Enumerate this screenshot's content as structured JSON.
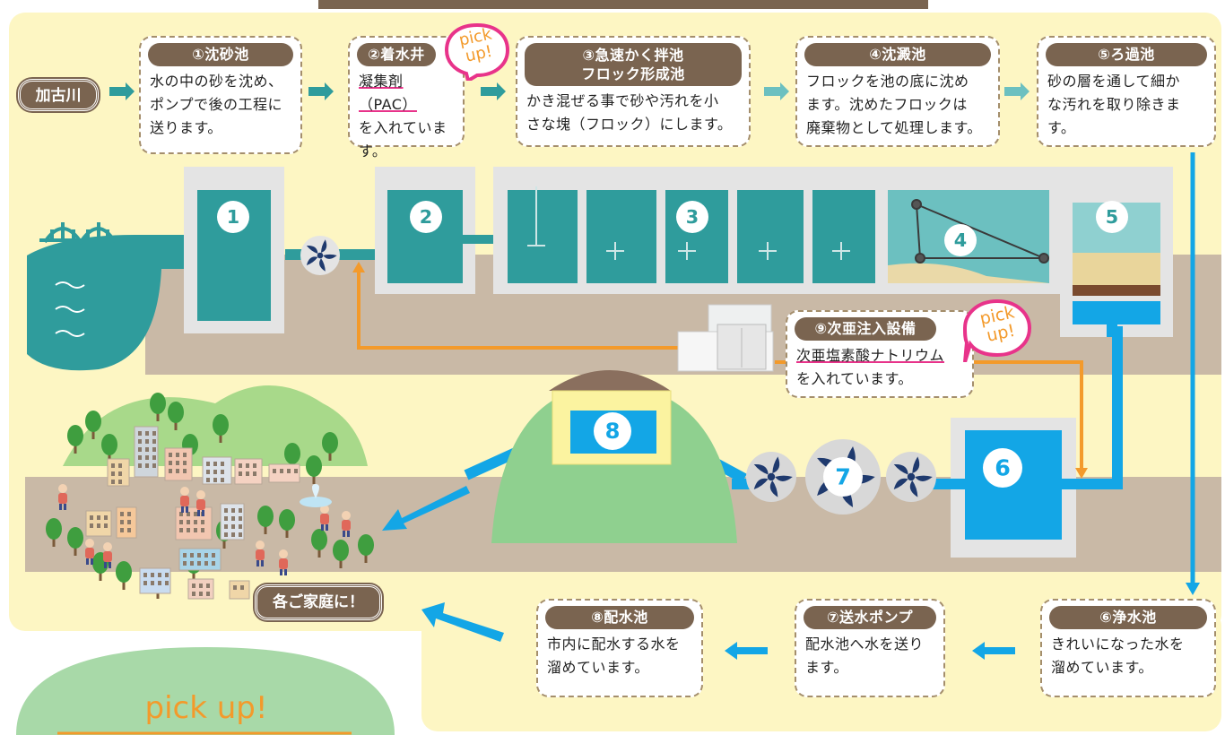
{
  "source": {
    "label": "加古川"
  },
  "destination": {
    "label": "各ご家庭に！"
  },
  "steps": [
    {
      "num": "1",
      "title": "①沈砂池",
      "body": "水の中の砂を沈め、\nポンプで後の工程に\n送ります。"
    },
    {
      "num": "2",
      "title": "②着水井",
      "body_underlined": "凝集剤（PAC）",
      "body": "\nを入れていま\nす。"
    },
    {
      "num": "3",
      "title": "③急速かく拌池\nフロック形成池",
      "body": "かき混ぜる事で砂や汚れを小\nさな塊（フロック）にします。"
    },
    {
      "num": "4",
      "title": "④沈澱池",
      "body": "フロックを池の底に沈め\nます。沈めたフロックは\n廃棄物として処理します。"
    },
    {
      "num": "5",
      "title": "⑤ろ過池",
      "body": "砂の層を通して細か\nな汚れを取り除きま\nす。"
    },
    {
      "num": "6",
      "title": "⑥浄水池",
      "body": "きれいになった水を\n溜めています。"
    },
    {
      "num": "7",
      "title": "⑦送水ポンプ",
      "body": "配水池へ水を送り\nます。"
    },
    {
      "num": "8",
      "title": "⑧配水池",
      "body": "市内に配水する水を\n溜めています。"
    },
    {
      "num": "9",
      "title": "⑨次亜注入設備",
      "body_underlined": "次亜塩素酸ナトリウム",
      "body": "\nを入れています。"
    }
  ],
  "badges": {
    "pick": "pick",
    "up": "up!"
  },
  "pickup_section": {
    "title": "pick up!"
  },
  "colors": {
    "background": "#fdf6c3",
    "raw_water": "#2f9c9c",
    "clean_water": "#13a6e6",
    "arrow_teal": "#2f9c9c",
    "arrow_blue": "#13a6e6",
    "chemical_line": "#f39a2b",
    "ground": "#c9b9a6",
    "label_brown": "#7a6450",
    "pickup_pink": "#e8338a",
    "hill_green": "#8fd08f",
    "pump_navy": "#1f3a6e"
  }
}
